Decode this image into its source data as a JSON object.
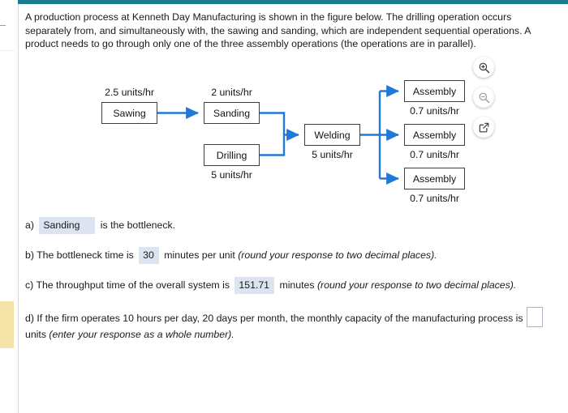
{
  "chrome": {
    "accent_teal": "#1b7b8c",
    "gutter_highlight_color": "#f6e3a8"
  },
  "prompt": {
    "text": "A production process at Kenneth Day Manufacturing is shown in the figure below. The drilling operation occurs separately from, and simultaneously with, the sawing and sanding, which are independent sequential operations. A product needs to go through only one of the three assembly operations (the operations are in parallel)."
  },
  "tools": {
    "zoom_in": "zoom-in",
    "zoom_out": "zoom-out",
    "pop_out": "pop-out"
  },
  "diagram": {
    "arrow_color": "#2079d8",
    "box_border_color": "#3d3d3d",
    "nodes": [
      {
        "id": "sawing",
        "label": "Sawing",
        "rate": "2.5 units/hr",
        "rate_position": "above"
      },
      {
        "id": "sanding",
        "label": "Sanding",
        "rate": "2 units/hr",
        "rate_position": "above"
      },
      {
        "id": "drilling",
        "label": "Drilling",
        "rate": "5 units/hr",
        "rate_position": "below"
      },
      {
        "id": "welding",
        "label": "Welding",
        "rate": "5 units/hr",
        "rate_position": "below"
      },
      {
        "id": "assembly1",
        "label": "Assembly",
        "rate": "0.7 units/hr",
        "rate_position": "below"
      },
      {
        "id": "assembly2",
        "label": "Assembly",
        "rate": "0.7 units/hr",
        "rate_position": "below"
      },
      {
        "id": "assembly3",
        "label": "Assembly",
        "rate": "0.7 units/hr",
        "rate_position": "below"
      }
    ]
  },
  "answers": {
    "a": {
      "prefix": "a)",
      "value": "Sanding",
      "suffix": "is the bottleneck."
    },
    "b": {
      "prefix": "b) The bottleneck time is",
      "value": "30",
      "suffix": "minutes per unit",
      "hint": "(round your response to two decimal places)."
    },
    "c": {
      "prefix": "c) The throughput time of the overall system is",
      "value": "151.71",
      "suffix": "minutes",
      "hint": "(round your response to two decimal places)."
    },
    "d": {
      "prefix": "d) If the firm operates 10 hours per day, 20 days per month, the monthly capacity of the manufacturing process is",
      "value": "",
      "suffix": "units",
      "hint": "(enter your response as a whole number)."
    }
  }
}
